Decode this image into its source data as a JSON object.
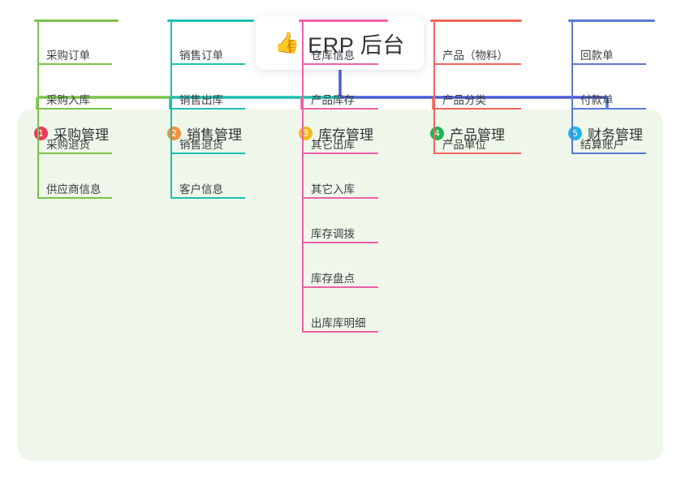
{
  "root": {
    "emoji": "👍",
    "emoji_name": "thumbs-up-icon",
    "title": "ERP 后台"
  },
  "panel": {
    "background": "#eef7e9"
  },
  "connector": {
    "trunk_color": "#4a5bd4",
    "bus_segments": [
      {
        "color": "#7cc24a"
      },
      {
        "color": "#1cbfb0"
      },
      {
        "color": "#4a5bd4"
      }
    ]
  },
  "columns": [
    {
      "index": "1",
      "title": "采购管理",
      "badge_color": "#ea3b5c",
      "accent": "#7cc24a",
      "items": [
        "采购订单",
        "采购入库",
        "采购退货",
        "供应商信息"
      ]
    },
    {
      "index": "2",
      "title": "销售管理",
      "badge_color": "#f0913c",
      "accent": "#1cbfb0",
      "items": [
        "销售订单",
        "销售出库",
        "销售退货",
        "客户信息"
      ]
    },
    {
      "index": "3",
      "title": "库存管理",
      "badge_color": "#f5b722",
      "accent": "#ef5fa7",
      "items": [
        "仓库信息",
        "产品库存",
        "其它出库",
        "其它入库",
        "库存调拨",
        "库存盘点",
        "出库库明细"
      ]
    },
    {
      "index": "4",
      "title": "产品管理",
      "badge_color": "#1eb356",
      "accent": "#f2655b",
      "items": [
        "产品（物料）",
        "产品分类",
        "产品单位"
      ]
    },
    {
      "index": "5",
      "title": "财务管理",
      "badge_color": "#1ab4e8",
      "accent": "#5b78d6",
      "items": [
        "回款单",
        "付款单",
        "结算账户"
      ]
    }
  ]
}
